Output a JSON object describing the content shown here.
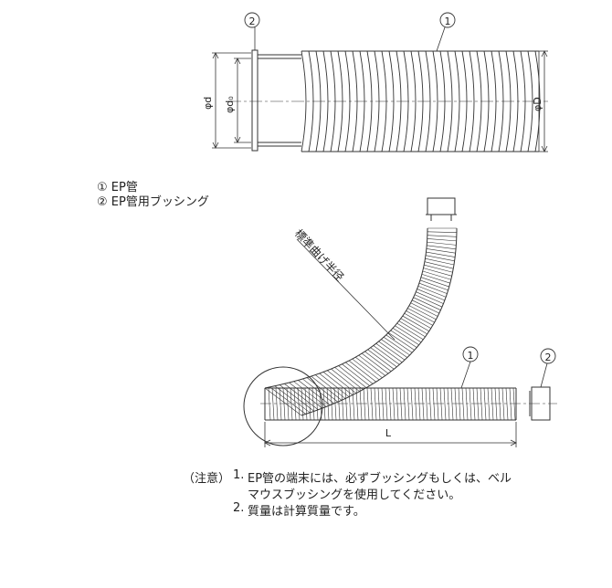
{
  "top_figure": {
    "callout_1": "①",
    "callout_2": "②",
    "dim_d": "φd",
    "dim_d0": "φd₀",
    "dim_D": "φD"
  },
  "legend": [
    {
      "mark": "①",
      "text": "EP管"
    },
    {
      "mark": "②",
      "text": "EP管用ブッシング"
    }
  ],
  "bottom_figure": {
    "bend_radius_label": "標準曲げ半径",
    "callout_1": "①",
    "callout_2": "②",
    "dim_L": "L"
  },
  "notes": {
    "prefix": "（注意）",
    "items": [
      {
        "num": "1.",
        "lines": [
          "EP管の端末には、必ずブッシングもしくは、ベル",
          "マウスブッシングを使用してください。"
        ]
      },
      {
        "num": "2.",
        "lines": [
          "質量は計算質量です。"
        ]
      }
    ]
  }
}
